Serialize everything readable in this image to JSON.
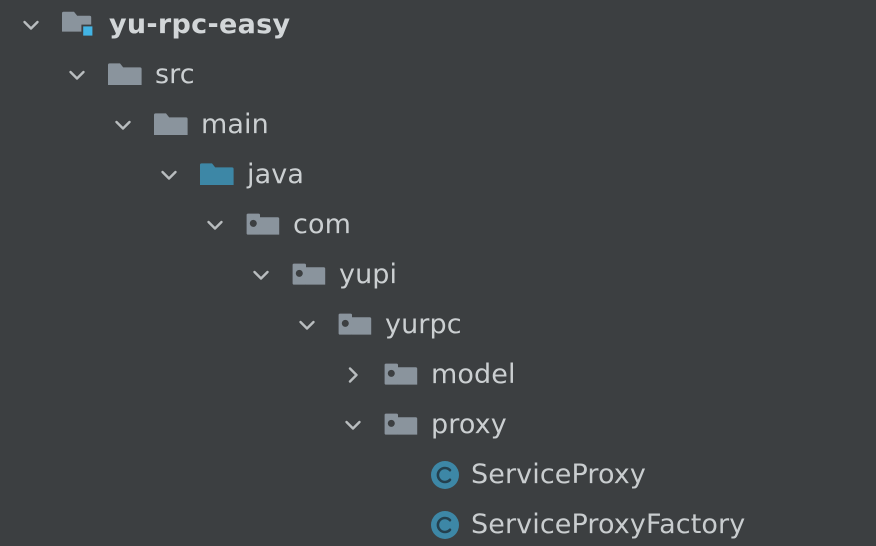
{
  "panel": {
    "name": "project-tree",
    "background_color": "#3c3f41",
    "text_color": "#cbcfd1",
    "folder_color": "#8a949d",
    "source_root_color": "#3d87a6",
    "module_badge_color": "#42b4e4",
    "class_icon_color": "#3d87a6",
    "chevron_color": "#b9bdbf"
  },
  "tree": {
    "nodes": [
      {
        "label": "yu-rpc-easy",
        "depth": 0,
        "icon": "module-folder-icon",
        "toggle": "chevron-down-icon",
        "expanded": true,
        "bold": true
      },
      {
        "label": "src",
        "depth": 1,
        "icon": "folder-icon",
        "toggle": "chevron-down-icon",
        "expanded": true,
        "bold": false
      },
      {
        "label": "main",
        "depth": 2,
        "icon": "folder-icon",
        "toggle": "chevron-down-icon",
        "expanded": true,
        "bold": false
      },
      {
        "label": "java",
        "depth": 3,
        "icon": "source-root-folder-icon",
        "toggle": "chevron-down-icon",
        "expanded": true,
        "bold": false
      },
      {
        "label": "com",
        "depth": 4,
        "icon": "package-folder-icon",
        "toggle": "chevron-down-icon",
        "expanded": true,
        "bold": false
      },
      {
        "label": "yupi",
        "depth": 5,
        "icon": "package-folder-icon",
        "toggle": "chevron-down-icon",
        "expanded": true,
        "bold": false
      },
      {
        "label": "yurpc",
        "depth": 6,
        "icon": "package-folder-icon",
        "toggle": "chevron-down-icon",
        "expanded": true,
        "bold": false
      },
      {
        "label": "model",
        "depth": 7,
        "icon": "package-folder-icon",
        "toggle": "chevron-right-icon",
        "expanded": false,
        "bold": false
      },
      {
        "label": "proxy",
        "depth": 7,
        "icon": "package-folder-icon",
        "toggle": "chevron-down-icon",
        "expanded": true,
        "bold": false
      },
      {
        "label": "ServiceProxy",
        "depth": 8,
        "icon": "java-class-icon",
        "toggle": "none",
        "expanded": null,
        "bold": false
      },
      {
        "label": "ServiceProxyFactory",
        "depth": 8,
        "icon": "java-class-icon",
        "toggle": "none",
        "expanded": null,
        "bold": false
      }
    ]
  }
}
